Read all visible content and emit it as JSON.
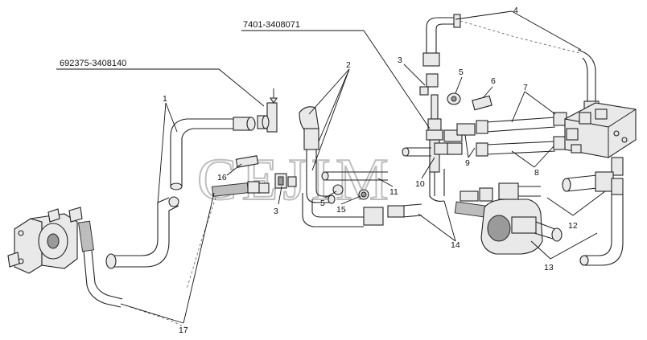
{
  "watermark": "CEJIM",
  "part_codes": {
    "top_center": "7401-3408071",
    "top_left": "692375-3408140"
  },
  "callouts": {
    "c1": "1",
    "c2": "2",
    "c3a": "3",
    "c3b": "3",
    "c4": "4",
    "c5a": "5",
    "c5b": "5",
    "c6": "6",
    "c7": "7",
    "c8": "8",
    "c9": "9",
    "c10": "10",
    "c11": "11",
    "c12": "12",
    "c13": "13",
    "c14": "14",
    "c15": "15",
    "c16": "16",
    "c17": "17"
  }
}
